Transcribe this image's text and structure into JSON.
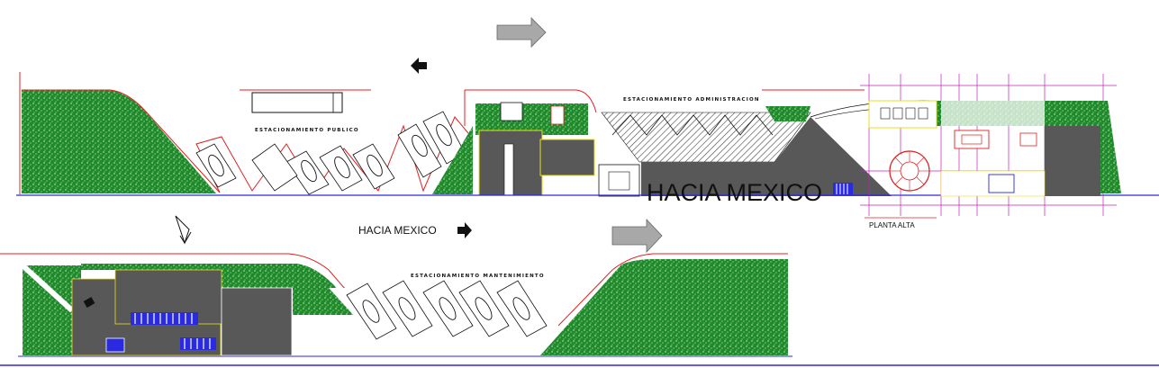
{
  "labels": {
    "public_parking": "ESTACIONAMIENTO PUBLICO",
    "admin_parking": "ESTACIONAMIENTO ADMINISTRACION",
    "maintenance_parking": "ESTACIONAMIENTO MANTENIMIENTO",
    "toward_mexico_large": "HACIA MEXICO",
    "toward_mexico_small": "HACIA MEXICO",
    "upper_floor": "PLANTA ALTA"
  },
  "colors": {
    "grass": "#1f8a2a",
    "grass_dot": "#d8f5d8",
    "building": "#585858",
    "road_edge": "#e02020",
    "baseline": "#2a2ae0",
    "outline": "#e8e020",
    "arrow": "#9a9a9a",
    "grid": "#c020c0"
  }
}
